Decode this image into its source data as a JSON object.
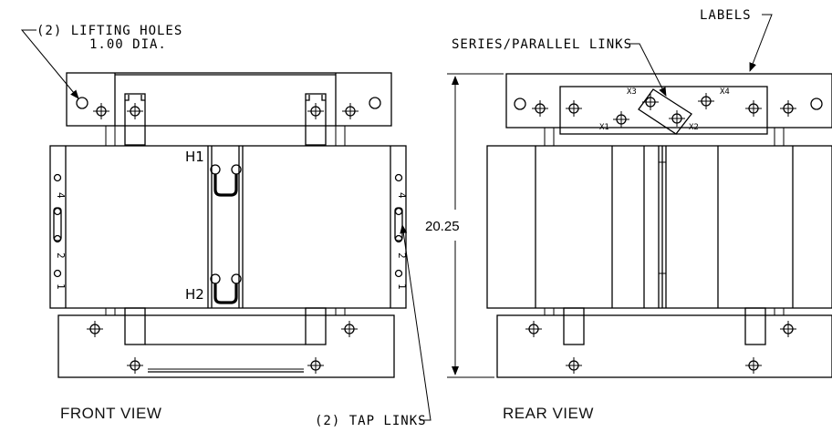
{
  "labels": {
    "lifting_holes_line1": "(2) LIFTING HOLES",
    "lifting_holes_line2": "1.00 DIA.",
    "labels": "LABELS",
    "series_parallel": "SERIES/PARALLEL LINKS",
    "h1": "H1",
    "h2": "H2",
    "x1": "X1",
    "x2": "X2",
    "x3": "X3",
    "x4": "X4",
    "height_dim": "20.25",
    "front_view": "FRONT VIEW",
    "rear_view": "REAR VIEW",
    "tap_links": "(2) TAP LINKS",
    "tap_1": "1",
    "tap_2": "2",
    "tap_4": "4"
  }
}
